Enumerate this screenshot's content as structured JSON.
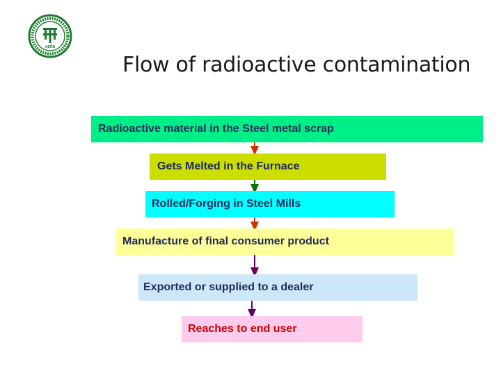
{
  "title": "Flow of radioactive contamination",
  "logo": {
    "icon": "organization-seal-icon",
    "caption": "AERB"
  },
  "steps": [
    {
      "label": "Radioactive material in the Steel metal scrap",
      "fill": "#00ee88",
      "text_color": "#1f2a5a"
    },
    {
      "label": "Gets Melted in the Furnace",
      "fill": "#ccdd00",
      "text_color": "#1f2a5a"
    },
    {
      "label": "Rolled/Forging in Steel Mills",
      "fill": "#00ffff",
      "text_color": "#1f2a5a"
    },
    {
      "label": "Manufacture of final consumer product",
      "fill": "#ffff99",
      "text_color": "#1f2a5a"
    },
    {
      "label": "Exported or supplied to a dealer",
      "fill": "#cce8f8",
      "text_color": "#1f2a5a"
    },
    {
      "label": "Reaches to end user",
      "fill": "#ffccee",
      "text_color": "#cc0000"
    }
  ],
  "arrow_colors": [
    "#cc3300",
    "#007700",
    "#cc3300",
    "#660066",
    "#660066"
  ]
}
